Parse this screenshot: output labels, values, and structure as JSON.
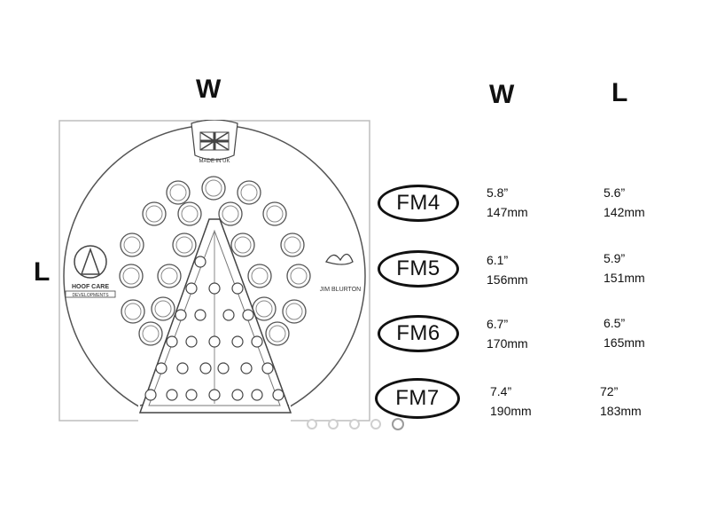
{
  "image_labels": {
    "width": "W",
    "length": "L"
  },
  "diagram": {
    "top_badge": "MADE IN UK",
    "left_logo": "HOOF CARE",
    "left_logo_sub": "DEVELOPMENTS",
    "right_logo": "JIM BLURTON"
  },
  "table": {
    "header_w": "W",
    "header_l": "L",
    "rows": [
      {
        "model": "FM4",
        "w_in": "5.8”",
        "w_mm": "147mm",
        "l_in": "5.6”",
        "l_mm": "142mm"
      },
      {
        "model": "FM5",
        "w_in": "6.1”",
        "w_mm": "156mm",
        "l_in": "5.9”",
        "l_mm": "151mm"
      },
      {
        "model": "FM6",
        "w_in": "6.7”",
        "w_mm": "170mm",
        "l_in": "6.5”",
        "l_mm": "165mm"
      },
      {
        "model": "FM7",
        "w_in": "7.4”",
        "w_mm": "190mm",
        "l_in": "72”",
        "l_mm": "183mm"
      }
    ]
  },
  "carousel": {
    "count": 5,
    "active": 5
  }
}
